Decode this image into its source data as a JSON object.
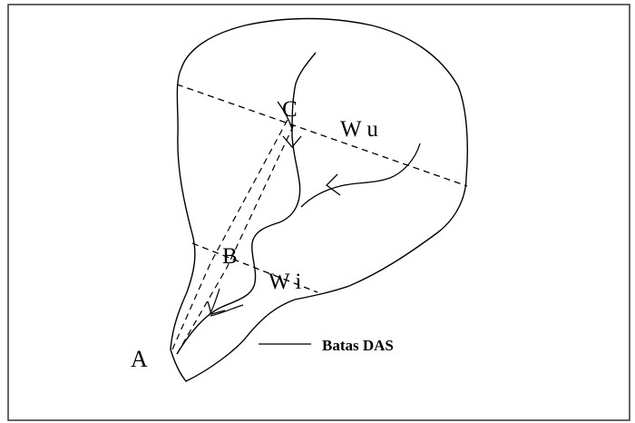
{
  "labels": {
    "point_a": "A",
    "point_b": "B",
    "point_c": "C",
    "wu": "W u",
    "wi": "W i",
    "boundary": "Batas DAS"
  },
  "colors": {
    "line": "#000000",
    "background": "#ffffff",
    "frame": "#333333"
  }
}
